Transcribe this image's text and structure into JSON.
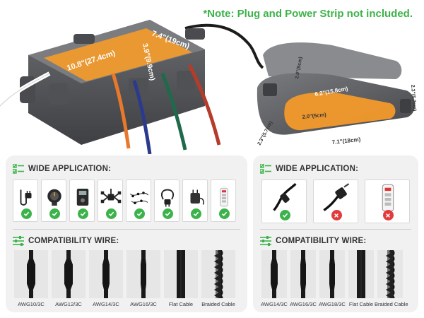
{
  "note": "*Note: Plug and Power Strip not included.",
  "dimensions": {
    "large_length": "10.8\"(27.4cm)",
    "large_width": "7.4\"(19cm)",
    "large_height": "3.9\"(9.9cm)",
    "small_top_width": "2.0\"(5cm)",
    "small_top_length": "6.2\"(15.8cm)",
    "small_inner_width": "2.0\"(5cm)",
    "small_length": "7.1\"(18cm)",
    "small_height": "2.3\"(5.7cm)",
    "small_depth": "2.3\"(5.7cm)"
  },
  "left_panel": {
    "application_title": "WIDE APPLICATION:",
    "application_items": [
      {
        "icon": "plug-adapter-icon",
        "status": "ok"
      },
      {
        "icon": "round-timer-icon",
        "status": "ok"
      },
      {
        "icon": "digital-timer-icon",
        "status": "ok"
      },
      {
        "icon": "multi-outlet-splitter-icon",
        "status": "ok"
      },
      {
        "icon": "light-string-icon",
        "status": "ok"
      },
      {
        "icon": "power-adapter-icon",
        "status": "ok"
      },
      {
        "icon": "wall-charger-icon",
        "status": "ok"
      },
      {
        "icon": "power-strip-icon",
        "status": "ok"
      }
    ],
    "compat_title": "COMPATIBILITY WIRE:",
    "wires": [
      "AWG10/3C",
      "AWG12/3C",
      "AWG14/3C",
      "AWG16/3C",
      "Flat Cable",
      "Braided Cable"
    ]
  },
  "right_panel": {
    "application_title": "WIDE APPLICATION:",
    "application_items": [
      {
        "icon": "extension-cord-icon",
        "status": "ok"
      },
      {
        "icon": "plug-head-icon",
        "status": "no"
      },
      {
        "icon": "power-strip-icon",
        "status": "no"
      }
    ],
    "compat_title": "COMPATIBILITY WIRE:",
    "wires": [
      "AWG14/3C",
      "AWG16/3C",
      "AWG18/3C",
      "Flat Cable",
      "Braided Cable"
    ]
  },
  "colors": {
    "accent_green": "#3cb34a",
    "reject_red": "#e23b3b",
    "box_gray": "#5e5f63",
    "highlight_orange": "#f39a2b"
  }
}
